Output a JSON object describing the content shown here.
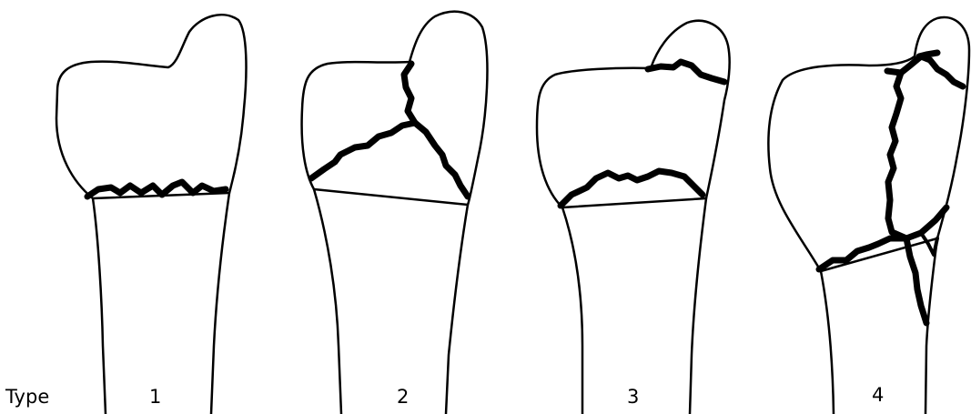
{
  "row_label": "Type",
  "types": [
    {
      "label": "1"
    },
    {
      "label": "2"
    },
    {
      "label": "3"
    },
    {
      "label": "4"
    }
  ],
  "colors": {
    "background": "#ffffff",
    "line": "#000000"
  }
}
